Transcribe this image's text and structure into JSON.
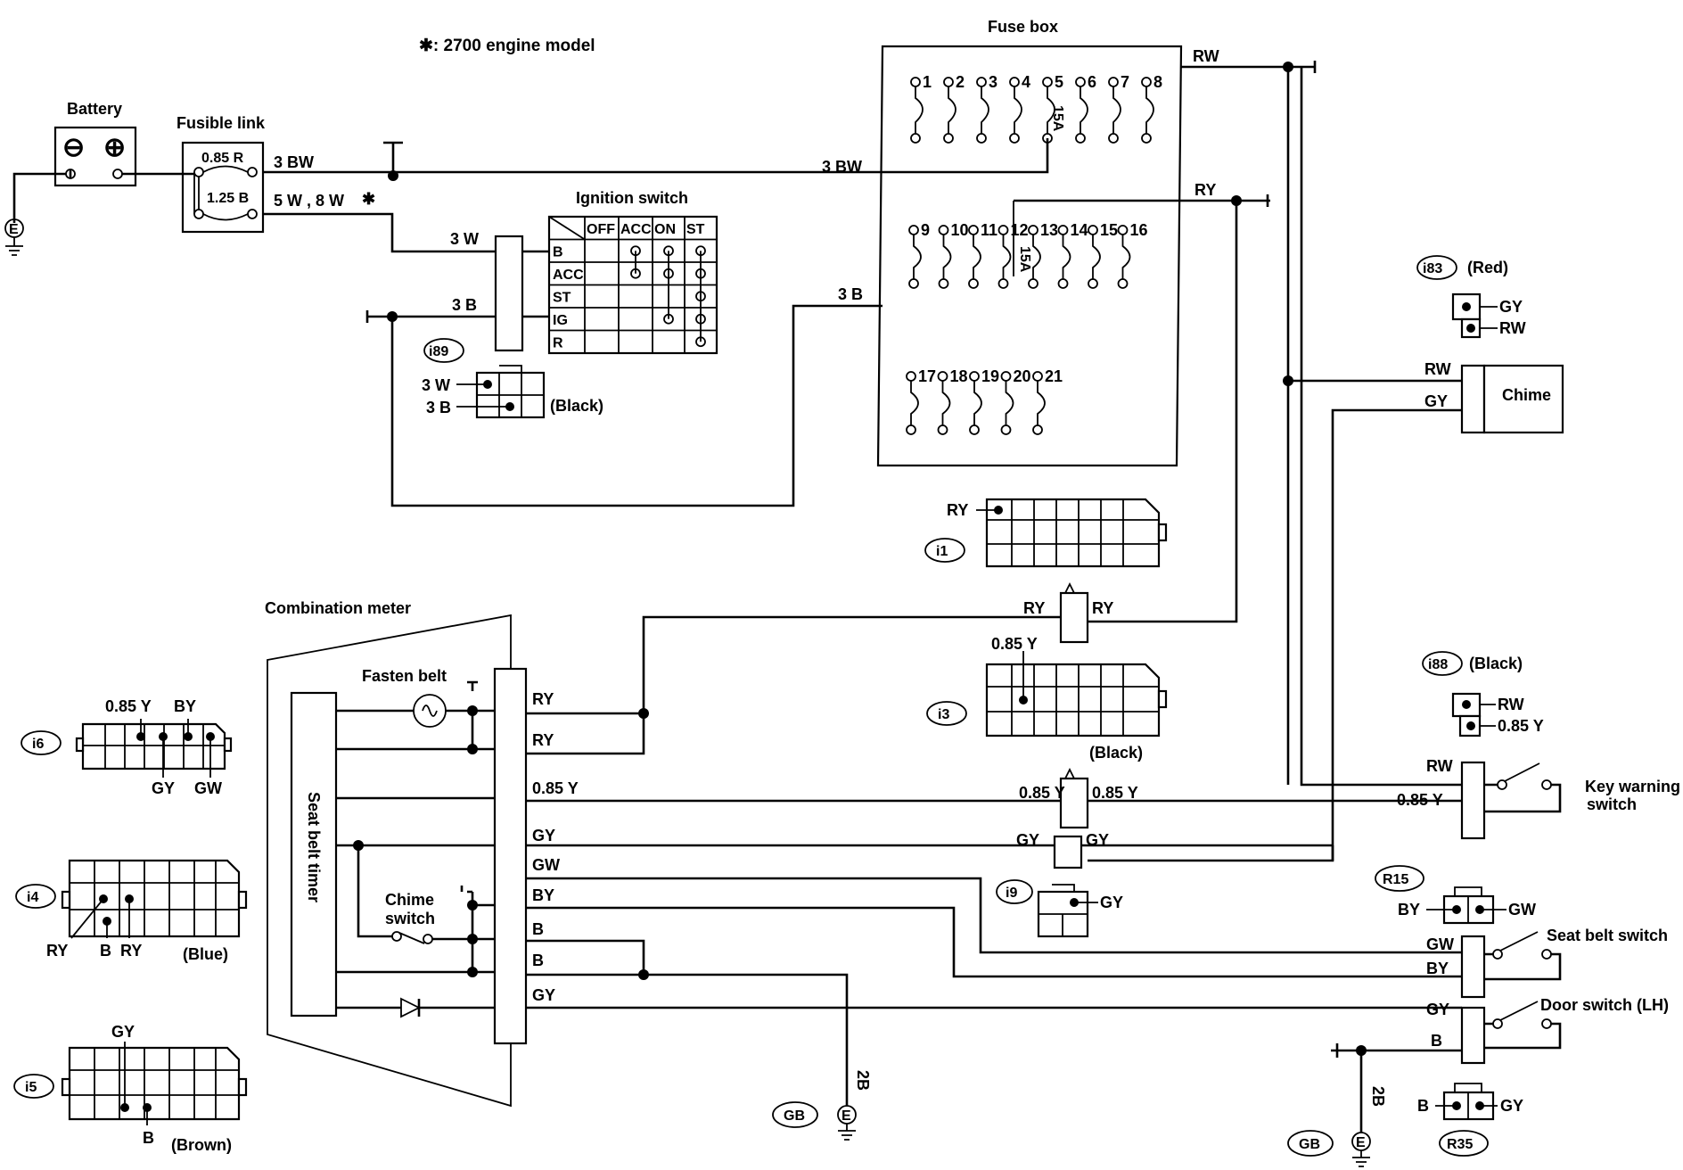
{
  "note": "✱: 2700 engine model",
  "battery": {
    "label": "Battery",
    "minus": "⊖",
    "plus": "⊕"
  },
  "fusible_link": {
    "label": "Fusible link",
    "link1": "0.85 R",
    "link2": "1.25 B"
  },
  "fuse_box": {
    "label": "Fuse box",
    "row1": [
      "1",
      "2",
      "3",
      "4",
      "5",
      "6",
      "7",
      "8"
    ],
    "row2": [
      "9",
      "10",
      "11",
      "12",
      "13",
      "14",
      "15",
      "16"
    ],
    "row3": [
      "17",
      "18",
      "19",
      "20",
      "21"
    ],
    "rating_5": "15A",
    "rating_12": "15A"
  },
  "ignition_switch": {
    "label": "Ignition switch",
    "columns": [
      "OFF",
      "ACC",
      "ON",
      "ST"
    ],
    "rows": [
      "B",
      "ACC",
      "ST",
      "IG",
      "R"
    ]
  },
  "wires": {
    "w3bw_left": "3 BW",
    "w3bw_right": "3 BW",
    "w5w8w": "5 W , 8 W",
    "asterisk": "✱",
    "w3w": "3 W",
    "w3b": "3 B",
    "w3b_right": "3 B",
    "rw_top": "RW",
    "ry_top": "RY",
    "ry_meter1": "RY",
    "ry_meter2": "RY",
    "y085_meter": "0.85 Y",
    "gy_meter": "GY",
    "gw_meter": "GW",
    "by_meter": "BY",
    "b_meter1": "B",
    "b_meter2": "B",
    "gy_meter2": "GY",
    "ry_conn_left": "RY",
    "ry_conn_right": "RY",
    "y085_conn_left": "0.85 Y",
    "y085_conn_right": "0.85 Y",
    "gy_conn_left": "GY",
    "gy_conn_right": "GY",
    "ground_2b_1": "2B",
    "ground_2b_2": "2B",
    "chime_rw": "RW",
    "chime_gy": "GY",
    "kw_rw": "RW",
    "kw_085y": "0.85 Y",
    "sb_gw": "GW",
    "sb_by": "BY",
    "ds_gy": "GY",
    "ds_b": "B"
  },
  "connectors": {
    "i89": {
      "id": "i89",
      "pin1": "3 W",
      "pin2": "3 B",
      "color": "(Black)"
    },
    "i83": {
      "id": "i83",
      "color": "(Red)",
      "pin1": "GY",
      "pin2": "RW"
    },
    "i88": {
      "id": "i88",
      "color": "(Black)",
      "pin1": "RW",
      "pin2": "0.85 Y"
    },
    "i1": {
      "id": "i1",
      "pin": "RY"
    },
    "i3": {
      "id": "i3",
      "pin": "0.85 Y",
      "color": "(Black)"
    },
    "i6": {
      "id": "i6",
      "pin1": "0.85 Y",
      "pin2": "BY",
      "pin3": "GY",
      "pin4": "GW"
    },
    "i4": {
      "id": "i4",
      "pin1": "RY",
      "pin2": "B",
      "pin3": "RY",
      "color": "(Blue)"
    },
    "i5": {
      "id": "i5",
      "pin1": "GY",
      "pin2": "B",
      "color": "(Brown)"
    },
    "i9": {
      "id": "i9",
      "pin": "GY"
    },
    "R15": {
      "id": "R15",
      "pin1": "BY",
      "pin2": "GW"
    },
    "R35": {
      "id": "R35",
      "pin1": "B",
      "pin2": "GY"
    }
  },
  "components": {
    "combination_meter": "Combination meter",
    "fasten_belt": "Fasten belt",
    "seat_belt_timer": "Seat belt timer",
    "chime_switch_1": "Chime",
    "chime_switch_2": "switch",
    "chime": "Chime",
    "key_warning_1": "Key warning",
    "key_warning_2": "switch",
    "seat_belt_switch": "Seat belt switch",
    "door_switch": "Door switch (LH)"
  },
  "grounds": {
    "e": "E",
    "gb1": "GB",
    "gb2": "GB"
  }
}
